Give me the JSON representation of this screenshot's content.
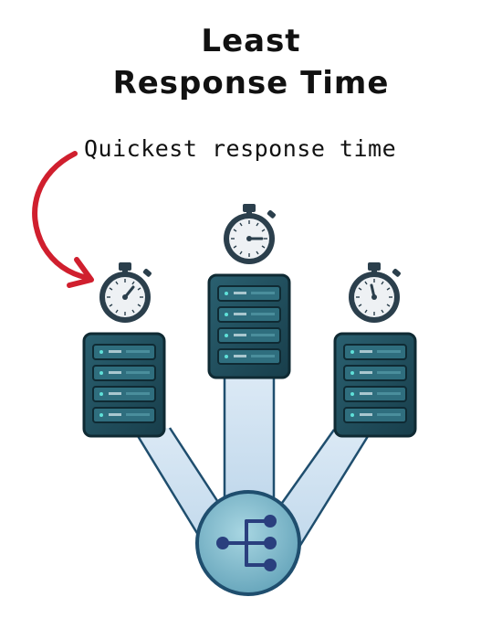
{
  "title": {
    "line1": "Least",
    "line2": "Response Time"
  },
  "annotation": {
    "text": "Quickest response time",
    "arrow_color": "#d01f2e"
  },
  "colors": {
    "server_body": "#1e4b5a",
    "server_slot": "#2f6e7e",
    "indicator": "#5fe0d8",
    "beam": "#d6e6f3",
    "beam_edge": "#1f4e6e",
    "balancer_fill": "#7fb8cc",
    "balancer_icon": "#2a3f7e",
    "stopwatch_face": "#eef1f4",
    "stopwatch_rim": "#2b3f4c"
  },
  "icons": {
    "servers": "server-rack-icon",
    "timers": "stopwatch-icon",
    "balancer": "load-balancer-icon",
    "arrow": "curved-arrow-icon"
  }
}
